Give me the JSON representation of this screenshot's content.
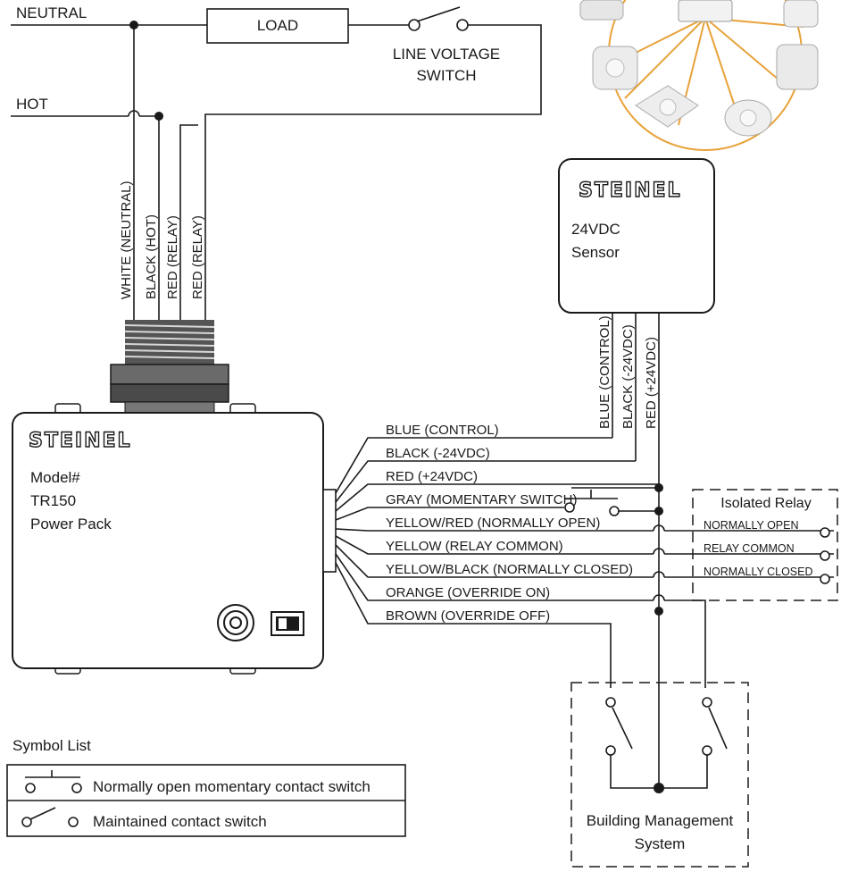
{
  "top": {
    "neutral_label": "NEUTRAL",
    "hot_label": "HOT",
    "load_label": "LOAD",
    "line_voltage_switch_line1": "LINE VOLTAGE",
    "line_voltage_switch_line2": "SWITCH"
  },
  "power_pack": {
    "brand": "STEINEL",
    "model_line1": "Model#",
    "model_line2": "TR150",
    "model_line3": "Power Pack",
    "incoming_wires": [
      "WHITE (NEUTRAL)",
      "BLACK (HOT)",
      "RED (RELAY)",
      "RED (RELAY)"
    ]
  },
  "sensor": {
    "brand": "STEINEL",
    "line1": "24VDC",
    "line2": "Sensor",
    "wires": [
      "BLUE (CONTROL)",
      "BLACK (-24VDC)",
      "RED (+24VDC)"
    ]
  },
  "output_wires": [
    "BLUE (CONTROL)",
    "BLACK (-24VDC)",
    "RED (+24VDC)",
    "GRAY (MOMENTARY SWITCH)",
    "YELLOW/RED (NORMALLY OPEN)",
    "YELLOW (RELAY COMMON)",
    "YELLOW/BLACK (NORMALLY CLOSED)",
    "ORANGE (OVERRIDE ON)",
    "BROWN (OVERRIDE OFF)"
  ],
  "isolated_relay": {
    "title": "Isolated Relay",
    "terminals": [
      "NORMALLY OPEN",
      "RELAY COMMON",
      "NORMALLY CLOSED"
    ]
  },
  "bms": {
    "line1": "Building Management",
    "line2": "System"
  },
  "symbol_list": {
    "title": "Symbol List",
    "items": [
      "Normally open momentary contact switch",
      "Maintained contact switch"
    ]
  },
  "colors": {
    "line": "#1a1a1a",
    "photo_ring": "#e8a23a"
  },
  "icons": [
    "sensor-products-photo"
  ]
}
